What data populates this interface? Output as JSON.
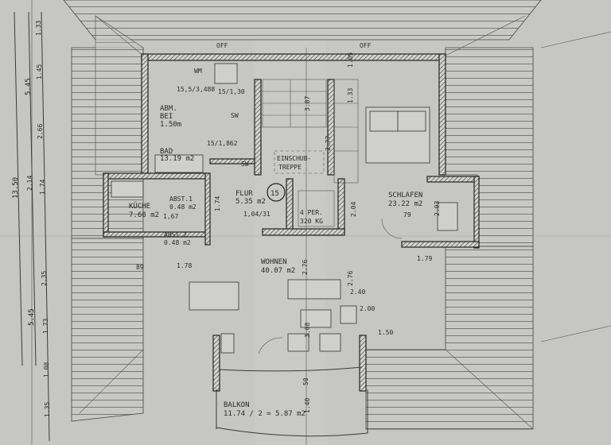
{
  "rooms": {
    "bad": {
      "name": "BAD",
      "area": "13.19 m2",
      "note1": "ABM.",
      "note2": "BEI",
      "note3": "1.50m"
    },
    "kueche": {
      "name": "KÜCHE",
      "area": "7.68 m2"
    },
    "abst1": {
      "name": "ABST.1",
      "area": "0.48 m2"
    },
    "abst2": {
      "name": "ABST.2",
      "area": "0.48 m2"
    },
    "flur": {
      "name": "FLUR",
      "area": "5.35 m2"
    },
    "schlafen": {
      "name": "SCHLAFEN",
      "area": "23.22 m2"
    },
    "wohnen": {
      "name": "WOHNEN",
      "area": "40.07 m2"
    },
    "balkon": {
      "name": "BALKON",
      "area": "11.74 / 2 = 5.87 m2"
    },
    "treppe": {
      "line1": "EINSCHUB-",
      "line2": "TREPPE"
    },
    "lift": {
      "line1": "4 PER.",
      "line2": "320 KG"
    }
  },
  "marks": {
    "off1": "OFF",
    "off2": "OFF",
    "wm": "WM",
    "sw1": "SW",
    "sw2": "SW",
    "unit_number": "15",
    "win1": "15,5/3,488",
    "win2": "15/1,30",
    "win3": "15/1,862",
    "door_flur": "1,04/31"
  },
  "dimensions": {
    "d277": "2.77",
    "d387": "3.87",
    "d204": "2.04",
    "d203": "2.03",
    "d79": "79",
    "d179": "1.79",
    "d276a": "2.76",
    "d276b": "2.76",
    "d240": "2.40",
    "d200": "2.00",
    "d150": "1.50",
    "d308": "3.08",
    "d178": "1.78",
    "d89": "89",
    "d174": "1.74",
    "d167": "1,67",
    "d140": "1.40",
    "d50": "50",
    "d133b": "1.33",
    "d105": "1.05"
  },
  "left_dimensions": {
    "total": "13.50",
    "upper": "5.45",
    "lower": "5.45",
    "mid": "2.14",
    "a": "1.33",
    "b": "1.45",
    "c": "2.66",
    "d": "1.74",
    "e": "2.35",
    "f": "1.73",
    "g": "1.08",
    "h": "1.35"
  }
}
